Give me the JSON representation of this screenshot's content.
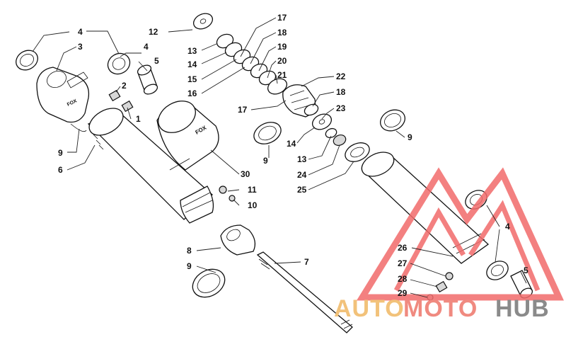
{
  "diagram": {
    "labels": [
      {
        "id": "l4a",
        "text": "4"
      },
      {
        "id": "l3",
        "text": "3"
      },
      {
        "id": "l4b",
        "text": "4"
      },
      {
        "id": "l5a",
        "text": "5"
      },
      {
        "id": "l2",
        "text": "2"
      },
      {
        "id": "l1",
        "text": "1"
      },
      {
        "id": "l9a",
        "text": "9"
      },
      {
        "id": "l6",
        "text": "6"
      },
      {
        "id": "l12",
        "text": "12"
      },
      {
        "id": "l13a",
        "text": "13"
      },
      {
        "id": "l14a",
        "text": "14"
      },
      {
        "id": "l15",
        "text": "15"
      },
      {
        "id": "l16",
        "text": "16"
      },
      {
        "id": "l17a",
        "text": "17"
      },
      {
        "id": "l18a",
        "text": "18"
      },
      {
        "id": "l19",
        "text": "19"
      },
      {
        "id": "l20",
        "text": "20"
      },
      {
        "id": "l21",
        "text": "21"
      },
      {
        "id": "l22",
        "text": "22"
      },
      {
        "id": "l18b",
        "text": "18"
      },
      {
        "id": "l17b",
        "text": "17"
      },
      {
        "id": "l23",
        "text": "23"
      },
      {
        "id": "l14b",
        "text": "14"
      },
      {
        "id": "l13b",
        "text": "13"
      },
      {
        "id": "l24",
        "text": "24"
      },
      {
        "id": "l25",
        "text": "25"
      },
      {
        "id": "l9b",
        "text": "9"
      },
      {
        "id": "l9c",
        "text": "9"
      },
      {
        "id": "l30",
        "text": "30"
      },
      {
        "id": "l11",
        "text": "11"
      },
      {
        "id": "l10",
        "text": "10"
      },
      {
        "id": "l8",
        "text": "8"
      },
      {
        "id": "l9d",
        "text": "9"
      },
      {
        "id": "l7",
        "text": "7"
      },
      {
        "id": "l26",
        "text": "26"
      },
      {
        "id": "l27",
        "text": "27"
      },
      {
        "id": "l28",
        "text": "28"
      },
      {
        "id": "l29",
        "text": "29"
      },
      {
        "id": "l4c",
        "text": "4"
      },
      {
        "id": "l5b",
        "text": "5"
      }
    ],
    "brand_marks": {
      "part_a": "FOX",
      "part_b": "FOX"
    }
  },
  "watermark": {
    "word_1": "AUTO",
    "word_2": "MOTO",
    "word_3": "HUB",
    "colors": {
      "auto": "#f2c27a",
      "moto": "#f08a80",
      "hub": "#8a8a8a",
      "triangle": "#f26b6b"
    }
  }
}
